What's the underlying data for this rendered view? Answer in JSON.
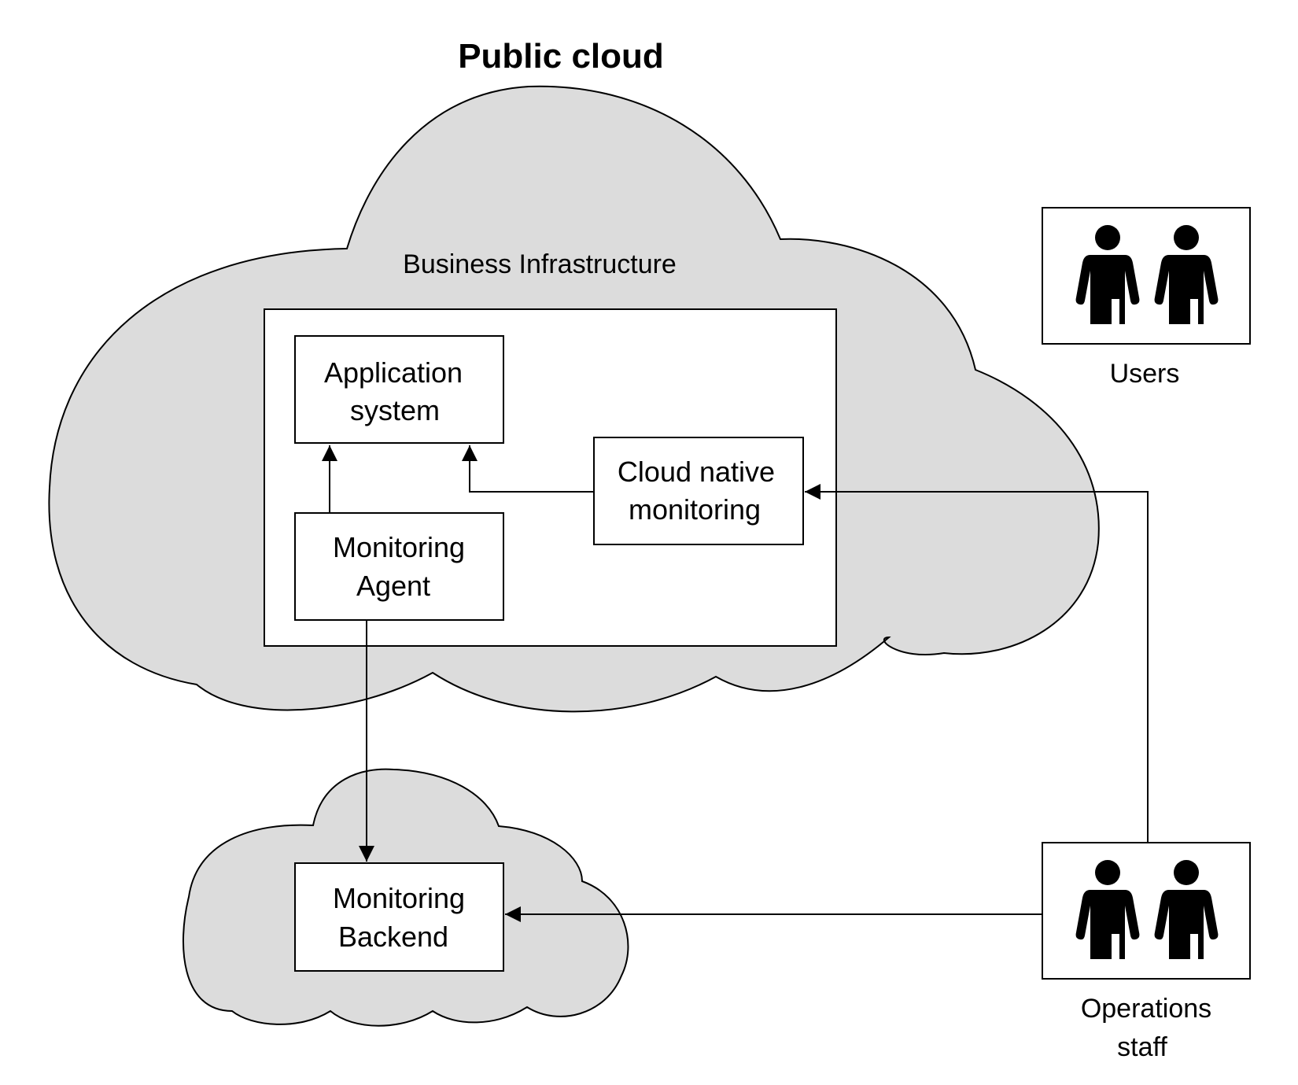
{
  "title": "Public cloud",
  "business_infrastructure": {
    "label": "Business Infrastructure",
    "application_system": {
      "line1": "Application",
      "line2": "system"
    },
    "cloud_native_monitoring": {
      "line1": "Cloud native",
      "line2": "monitoring"
    },
    "monitoring_agent": {
      "line1": "Monitoring",
      "line2": "Agent"
    }
  },
  "monitoring_backend": {
    "line1": "Monitoring",
    "line2": "Backend"
  },
  "users": {
    "label": "Users"
  },
  "operations_staff": {
    "line1": "Operations",
    "line2": "staff"
  },
  "colors": {
    "cloud_fill": "#dcdcdc",
    "stroke": "#000000",
    "box_fill": "#ffffff"
  }
}
